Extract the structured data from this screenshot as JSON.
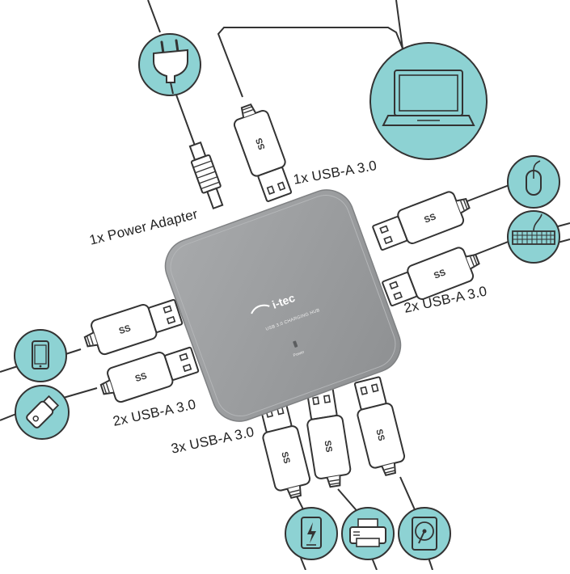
{
  "labels": {
    "power": "1x Power Adapter",
    "top_port": "1x USB-A 3.0",
    "right_ports": "2x USB-A 3.0",
    "left_ports": "2x USB-A 3.0",
    "bottom_ports": "3x USB-A 3.0"
  },
  "hub": {
    "brand": "i-tec",
    "model": "USB 3.0 CHARGING HUB",
    "power_led_label": "Power"
  },
  "usb_badge": "SS",
  "colors": {
    "teal": "#8dd2d3",
    "hub": "#9ea0a2",
    "hub_dark": "#8c8e90",
    "line": "#333333"
  },
  "icons": [
    "plug-icon",
    "laptop-icon",
    "mouse-icon",
    "keyboard-icon",
    "phone-icon",
    "usb-stick-icon",
    "powerbank-icon",
    "printer-icon",
    "hard-drive-icon"
  ]
}
